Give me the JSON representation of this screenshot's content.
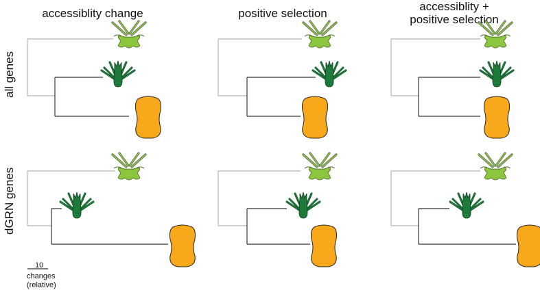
{
  "columns": [
    {
      "title_line1": "accessiblity change",
      "title_line2": ""
    },
    {
      "title_line1": "positive selection",
      "title_line2": ""
    },
    {
      "title_line1": "accessiblity +",
      "title_line2": "positive selection"
    }
  ],
  "rows": [
    {
      "label": "all genes"
    },
    {
      "label": "dGRN genes"
    }
  ],
  "scale": {
    "value": "10",
    "unit_line1": "changes",
    "unit_line2": "(relative)"
  },
  "colors": {
    "light_green": "#8cc63f",
    "dark_green": "#1e7a3a",
    "orange": "#f7a81b",
    "branch_light": "#b3b3b3",
    "branch_dark": "#333333"
  },
  "icons": [
    "light-green-organism-icon",
    "dark-green-organism-icon",
    "orange-organism-icon"
  ]
}
